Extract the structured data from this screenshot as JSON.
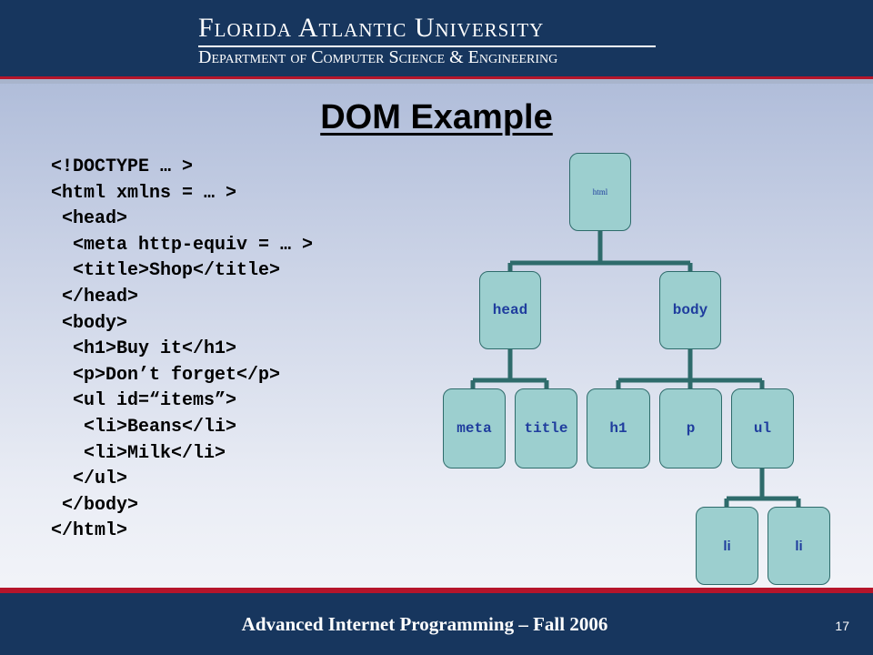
{
  "header": {
    "university": "Florida Atlantic University",
    "department": "Department of Computer Science & Engineering"
  },
  "slide": {
    "title": "DOM Example",
    "code_lines": [
      "<!DOCTYPE … >",
      "<html xmlns = … >",
      " <head>",
      "  <meta http-equiv = … >",
      "  <title>Shop</title>",
      " </head>",
      " <body>",
      "  <h1>Buy it</h1>",
      "  <p>Don’t forget</p>",
      "  <ul id=“items”>",
      "   <li>Beans</li>",
      "   <li>Milk</li>",
      "  </ul>",
      " </body>",
      "</html>"
    ]
  },
  "tree": {
    "nodes": {
      "html": "html",
      "head": "head",
      "body": "body",
      "meta": "meta",
      "title": "title",
      "h1": "h1",
      "p": "p",
      "ul": "ul",
      "li1": "li",
      "li2": "li"
    },
    "edges": [
      [
        "html",
        "head"
      ],
      [
        "html",
        "body"
      ],
      [
        "head",
        "meta"
      ],
      [
        "head",
        "title"
      ],
      [
        "body",
        "h1"
      ],
      [
        "body",
        "p"
      ],
      [
        "body",
        "ul"
      ],
      [
        "ul",
        "li1"
      ],
      [
        "ul",
        "li2"
      ]
    ],
    "colors": {
      "node_fill": "#9ccfcf",
      "node_border": "#2e6b6b",
      "connector": "#2e6b6b",
      "label": "#1f3d9e"
    }
  },
  "footer": {
    "course": "Advanced Internet Programming – Fall 2006",
    "page_number": "17"
  },
  "colors": {
    "banner": "#17365e",
    "stripe": "#b5152b"
  }
}
